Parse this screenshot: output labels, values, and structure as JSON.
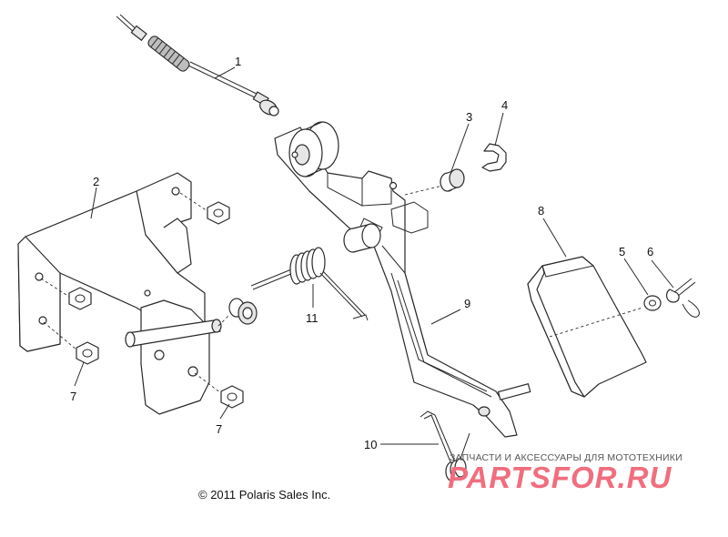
{
  "callouts": {
    "c1": "1",
    "c2": "2",
    "c3": "3",
    "c4": "4",
    "c5": "5",
    "c6": "6",
    "c7a": "7",
    "c7b": "7",
    "c8": "8",
    "c9": "9",
    "c10": "10",
    "c11": "11"
  },
  "copyright": "© 2011 Polaris Sales Inc.",
  "watermark": {
    "tagline": "ЗАПЧАСТИ И АКСЕССУАРЫ ДЛЯ МОТОТЕХНИКИ",
    "logo": "PARTSFOR.RU"
  }
}
